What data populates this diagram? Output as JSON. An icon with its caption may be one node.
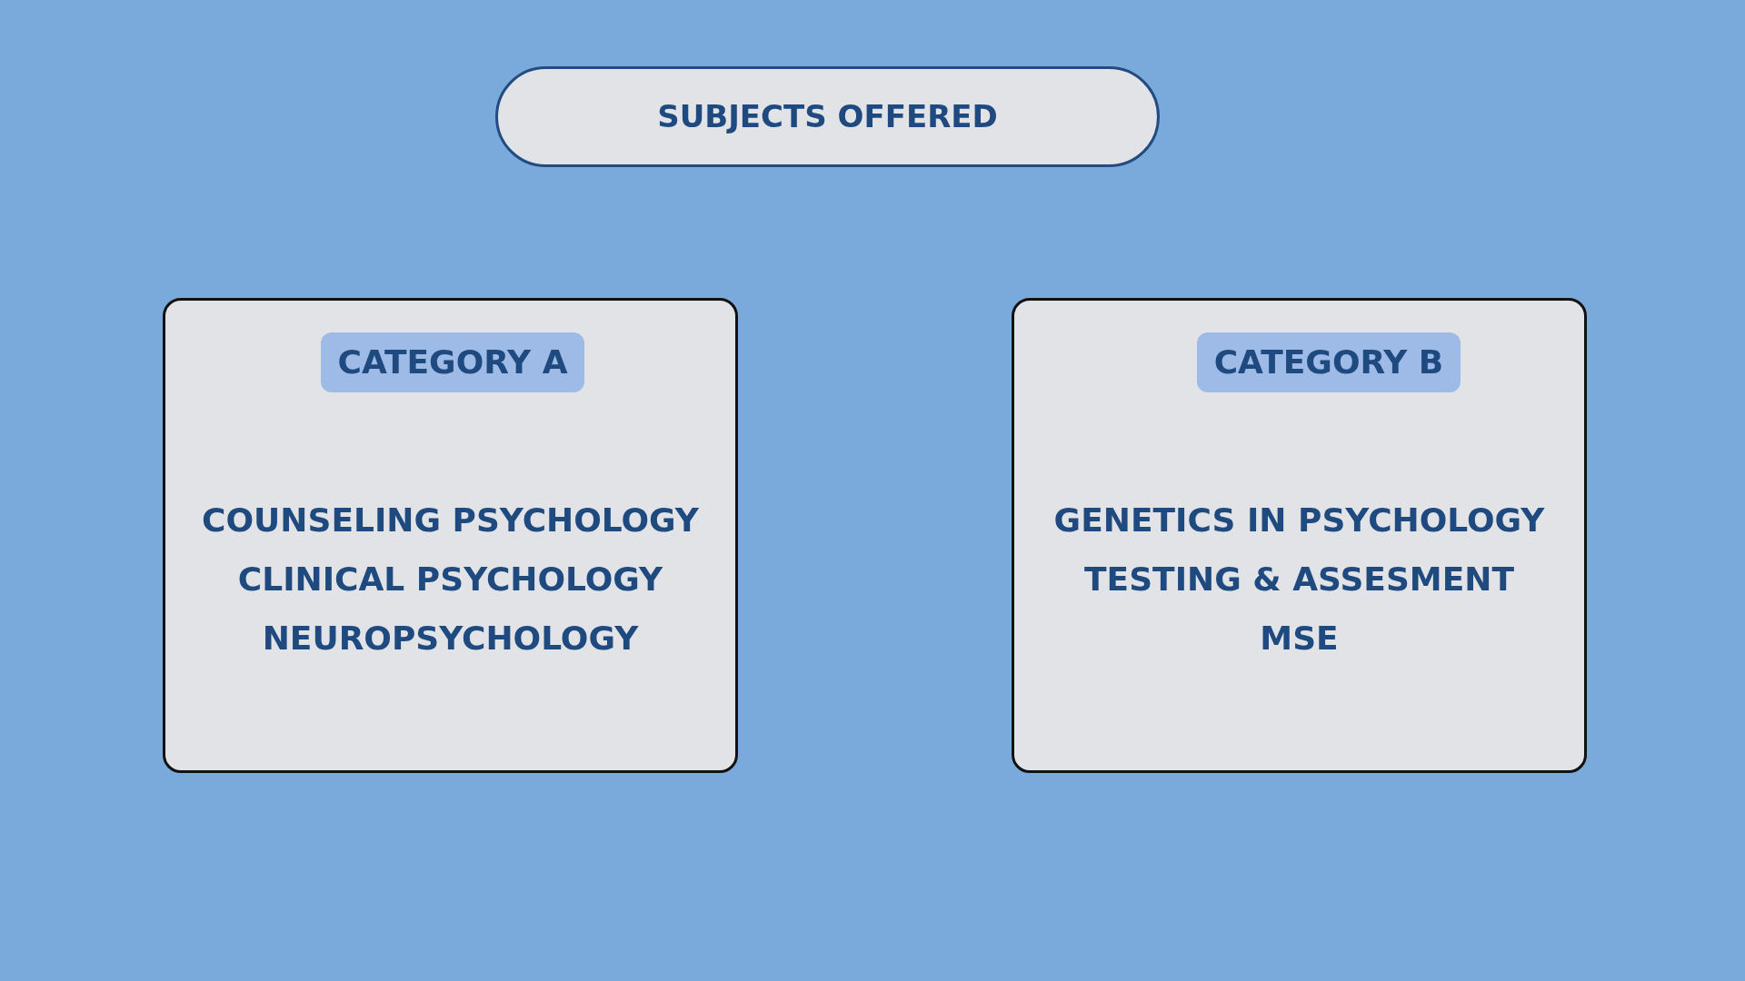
{
  "diagram": {
    "nodes": [
      {
        "text": [
          "SUBJECTS OFFERED"
        ]
      },
      {
        "text": [
          "COUNSELING PSYCHOLOGY",
          "CLINICAL PSYCHOLOGY",
          "NEUROPSYCHOLOGY"
        ]
      },
      {
        "text": [
          "CATEGORY A"
        ],
        "in": 1
      },
      {
        "text": [
          "GENETICS IN PSYCHOLOGY",
          "TESTING & ASSESMENT",
          "MSE"
        ]
      },
      {
        "text": [
          "CATEGORY B"
        ],
        "in": 3
      }
    ]
  }
}
